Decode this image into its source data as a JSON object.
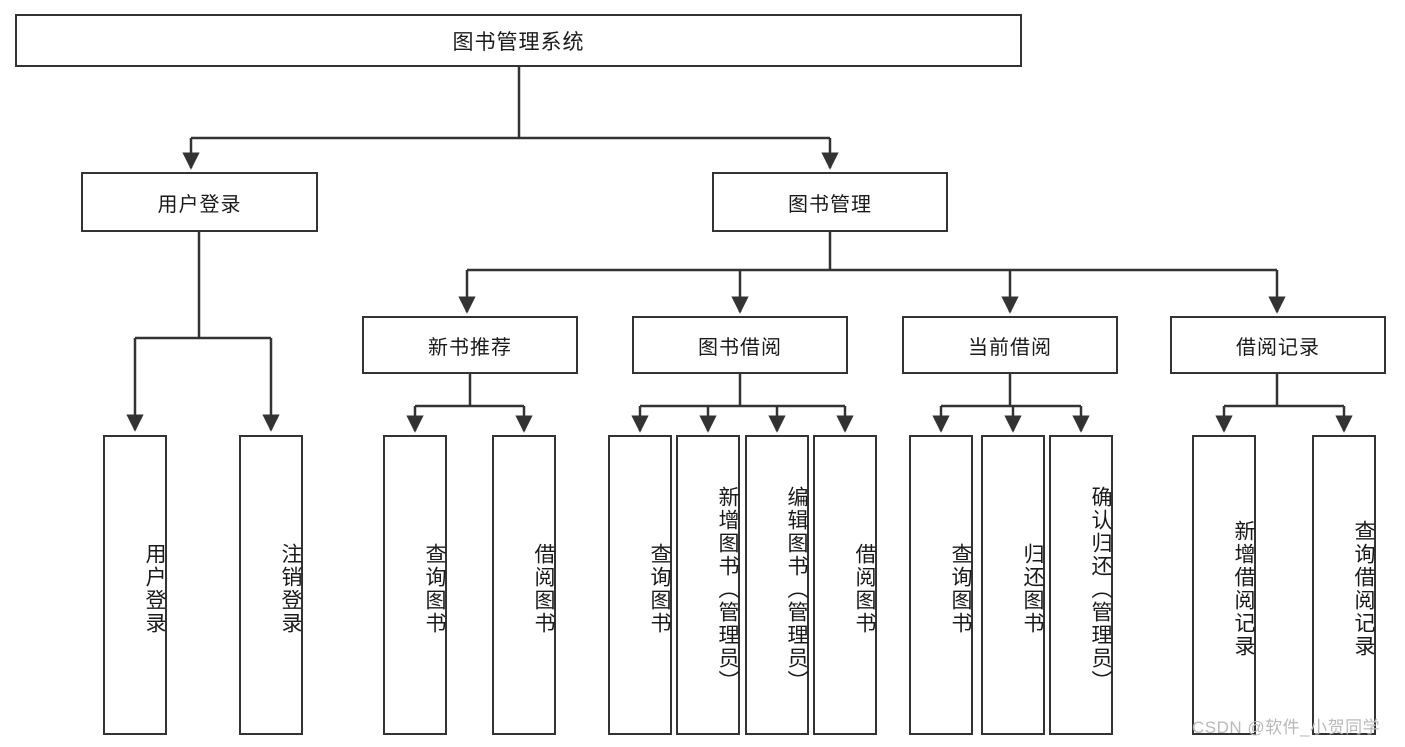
{
  "diagram": {
    "title": "图书管理系统",
    "type": "hierarchy-tree",
    "root": {
      "label": "图书管理系统"
    },
    "level1": [
      {
        "label": "用户登录"
      },
      {
        "label": "图书管理"
      }
    ],
    "level2": [
      {
        "label": "新书推荐"
      },
      {
        "label": "图书借阅"
      },
      {
        "label": "当前借阅"
      },
      {
        "label": "借阅记录"
      }
    ],
    "leaves": {
      "user_login": [
        {
          "label": "用户登录"
        },
        {
          "label": "注销登录"
        }
      ],
      "new_book_recommend": [
        {
          "label": "查询图书"
        },
        {
          "label": "借阅图书"
        }
      ],
      "book_borrow": [
        {
          "label": "查询图书"
        },
        {
          "label": "新增图书（管理员）"
        },
        {
          "label": "编辑图书（管理员）"
        },
        {
          "label": "借阅图书"
        }
      ],
      "current_borrow": [
        {
          "label": "查询图书"
        },
        {
          "label": "归还图书"
        },
        {
          "label": "确认归还（管理员）"
        }
      ],
      "borrow_record": [
        {
          "label": "新增借阅记录"
        },
        {
          "label": "查询借阅记录"
        }
      ]
    }
  },
  "watermark": {
    "text": "CSDN @软件_小贺同学"
  },
  "colors": {
    "stroke": "#333333",
    "background": "#ffffff",
    "text": "#1a1a1a",
    "watermark": "#b9b9b9"
  }
}
